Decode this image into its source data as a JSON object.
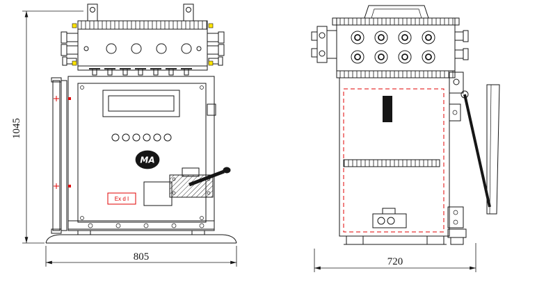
{
  "drawing": {
    "type": "two-view engineering drawing of mining flameproof control box",
    "dimensions": {
      "height": "1045",
      "front_width": "805",
      "side_width": "720"
    },
    "labels": {
      "ma_mark": "MA",
      "ex_label": "Ex d I"
    },
    "colors": {
      "line": "#161616",
      "accent_red": "#e00000",
      "accent_yellow": "#ffe400",
      "background": "#ffffff"
    }
  }
}
